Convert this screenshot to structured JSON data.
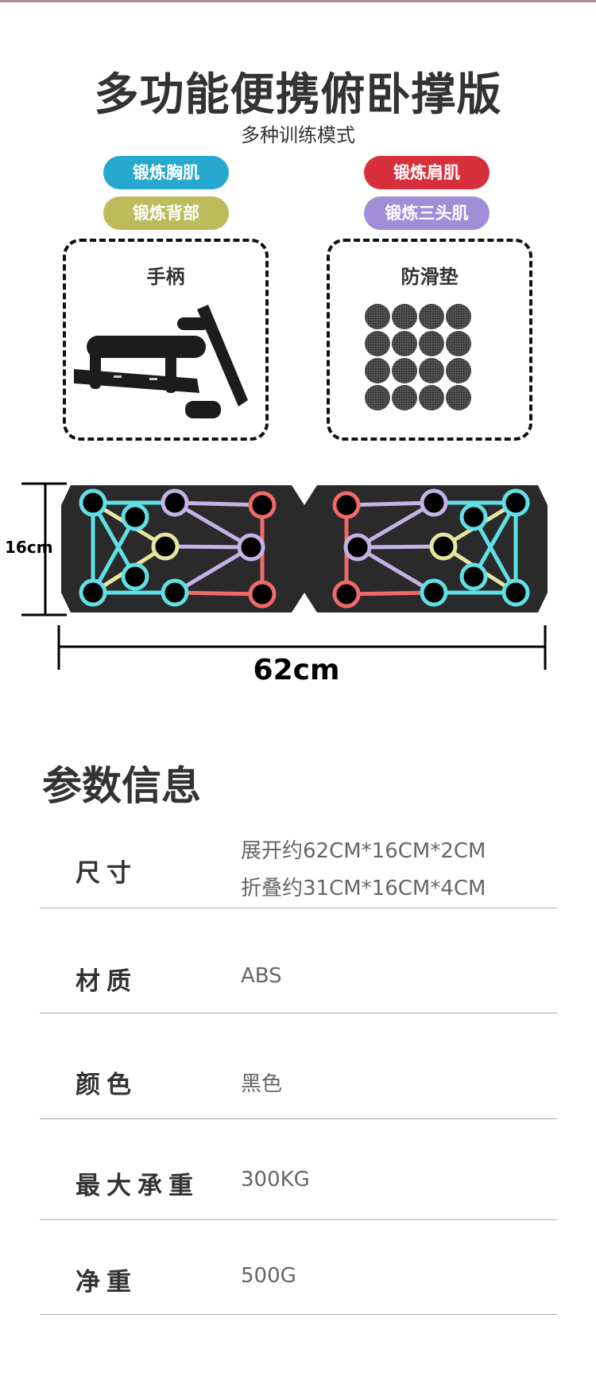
{
  "header": {
    "title": "多功能便携俯卧撑版",
    "subtitle": "多种训练模式"
  },
  "modes": [
    {
      "label": "锻炼胸肌",
      "color": "#27a8cf"
    },
    {
      "label": "锻炼肩肌",
      "color": "#d7303c"
    },
    {
      "label": "锻炼背部",
      "color": "#bcbc5c"
    },
    {
      "label": "锻炼三头肌",
      "color": "#a08ed6"
    }
  ],
  "accessories": [
    {
      "label": "手柄",
      "icon": "handle-icon"
    },
    {
      "label": "防滑垫",
      "icon": "anti-slip-pad-icon"
    }
  ],
  "dimensions": {
    "height": "16cm",
    "width": "62cm"
  },
  "specs": {
    "title": "参数信息",
    "rows": [
      {
        "label": "尺寸",
        "values": [
          "展开约62CM*16CM*2CM",
          "折叠约31CM*16CM*4CM"
        ]
      },
      {
        "label": "材质",
        "values": [
          "ABS"
        ]
      },
      {
        "label": "颜色",
        "values": [
          "黑色"
        ]
      },
      {
        "label": "最大承重",
        "values": [
          "300KG"
        ]
      },
      {
        "label": "净重",
        "values": [
          "500G"
        ]
      }
    ]
  }
}
